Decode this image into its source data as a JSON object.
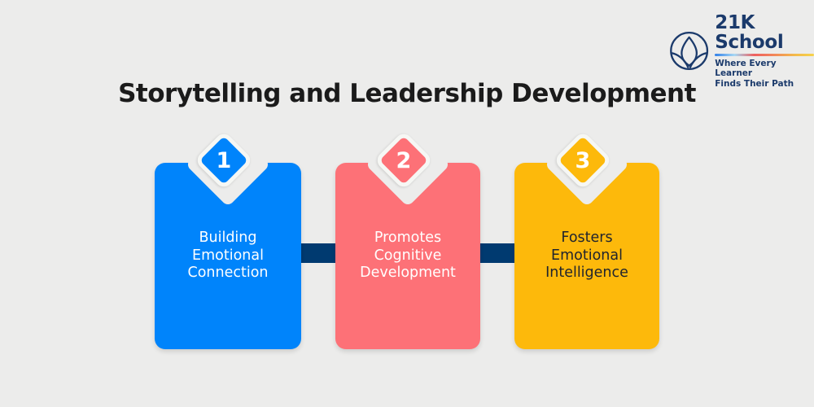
{
  "page": {
    "background_color": "#ececeb"
  },
  "header": {
    "logo": {
      "icon": "lotus-circle-icon",
      "brand": "21K School",
      "tagline_line1": "Where Every Learner",
      "tagline_line2": "Finds Their Path",
      "brand_color": "#1b3a6b",
      "gradient_colors": [
        "#2f7fe8",
        "#a8d8f4",
        "#ee5f5e",
        "#f2875a",
        "#f3b84a",
        "#f6d34b"
      ]
    }
  },
  "title": "Storytelling and Leadership Development",
  "diagram": {
    "connector_color": "#003a70",
    "steps": [
      {
        "number": "1",
        "label": "Building Emotional Connection",
        "color": "#0084fb",
        "text_color": "#ffffff"
      },
      {
        "number": "2",
        "label": "Promotes Cognitive Development",
        "color": "#fd7177",
        "text_color": "#ffffff"
      },
      {
        "number": "3",
        "label": "Fosters Emotional Intelligence",
        "color": "#fdb90b",
        "text_color": "#20242e"
      }
    ]
  }
}
